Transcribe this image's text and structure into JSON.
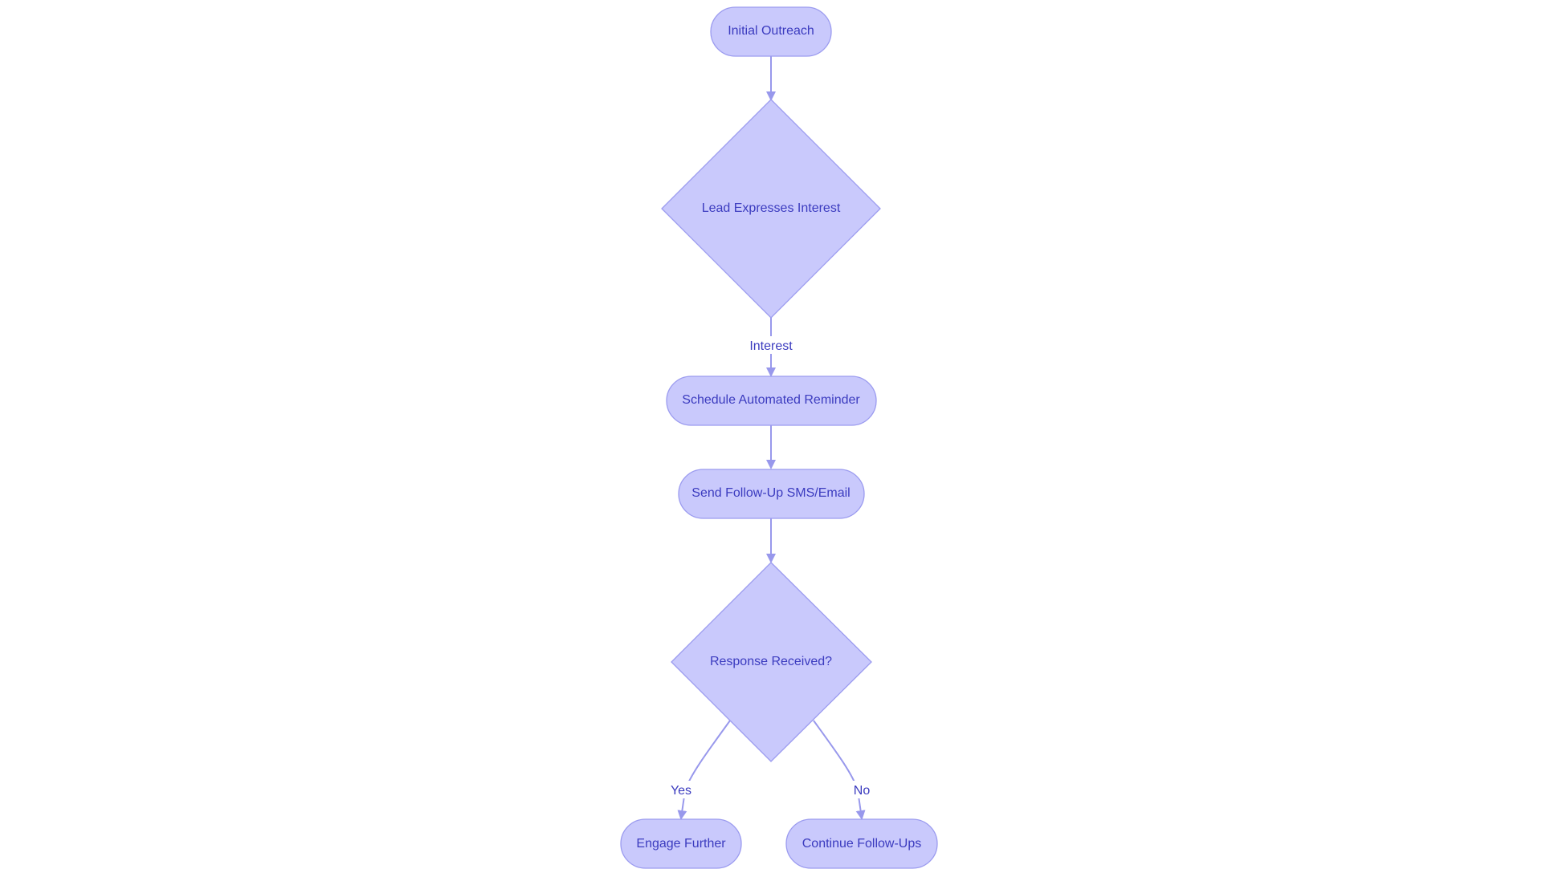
{
  "diagram": {
    "type": "flowchart",
    "nodes": {
      "initial_outreach": {
        "label": "Initial Outreach",
        "shape": "stadium"
      },
      "lead_expresses_interest": {
        "label": "Lead Expresses Interest",
        "shape": "decision"
      },
      "schedule_automated_reminder": {
        "label": "Schedule Automated Reminder",
        "shape": "stadium"
      },
      "send_follow_up": {
        "label": "Send Follow-Up SMS/Email",
        "shape": "stadium"
      },
      "response_received": {
        "label": "Response Received?",
        "shape": "decision"
      },
      "engage_further": {
        "label": "Engage Further",
        "shape": "stadium"
      },
      "continue_follow_ups": {
        "label": "Continue Follow-Ups",
        "shape": "stadium"
      }
    },
    "edges": {
      "outreach_to_interest": {
        "from": "initial_outreach",
        "to": "lead_expresses_interest",
        "label": ""
      },
      "interest_to_schedule": {
        "from": "lead_expresses_interest",
        "to": "schedule_automated_reminder",
        "label": "Interest"
      },
      "schedule_to_send": {
        "from": "schedule_automated_reminder",
        "to": "send_follow_up",
        "label": ""
      },
      "send_to_response": {
        "from": "send_follow_up",
        "to": "response_received",
        "label": ""
      },
      "response_yes": {
        "from": "response_received",
        "to": "engage_further",
        "label": "Yes"
      },
      "response_no": {
        "from": "response_received",
        "to": "continue_follow_ups",
        "label": "No"
      }
    },
    "colors": {
      "node_fill": "#c9c9fc",
      "node_stroke": "#9b9bef",
      "edge": "#9898ec",
      "text": "#3b3bbf"
    }
  }
}
